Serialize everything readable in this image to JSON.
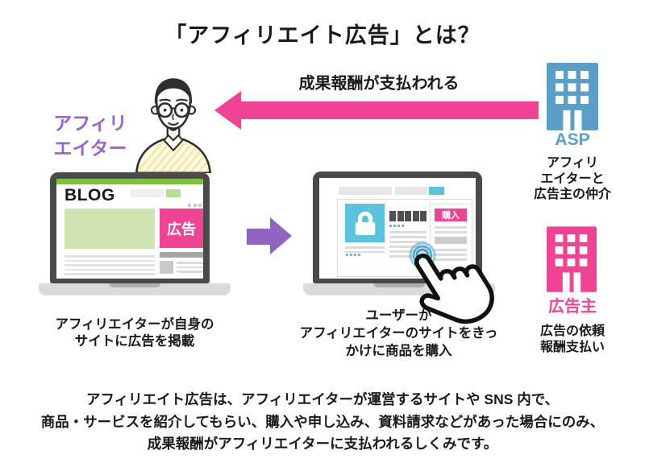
{
  "title": "「アフィリエイト広告」とは？",
  "reward_arrow": {
    "label": "成果報酬が支払われる"
  },
  "affiliator": {
    "label": [
      "アフィリ",
      "エイター"
    ]
  },
  "blog_laptop": {
    "site_name": "BLOG",
    "ad_box": "広告",
    "caption": [
      "アフィリエイターが自身の",
      "サイトに広告を掲載"
    ]
  },
  "user_laptop": {
    "buy_button": "購入",
    "caption": [
      "ユーザーが",
      "アフィリエイターのサイトをきっ",
      "かけに商品を購入"
    ]
  },
  "asp": {
    "name": "ASP",
    "description": [
      "アフィリ",
      "エイターと",
      "広告主の仲介"
    ]
  },
  "advertiser": {
    "name": "広告主",
    "description": [
      "広告の依頼",
      "報酬支払い"
    ]
  },
  "summary": [
    "アフィリエイト広告は、アフィリエイターが運営するサイトや SNS 内で、",
    "商品・サービスを紹介してもらい、購入や申し込み、資料請求などがあった場合にのみ、",
    "成果報酬がアフィリエイターに支払われるしくみです。"
  ],
  "colors": {
    "pink": "#EE4493",
    "purple_label": "#9A63C6",
    "purple_arrow": "#8F63BF",
    "asp_blue": "#5B9EC7",
    "cyan": "#5BC4DC",
    "green": "#7CC142",
    "light_green": "#CFE4AE",
    "laptop_frame": "#4A4A4A"
  }
}
